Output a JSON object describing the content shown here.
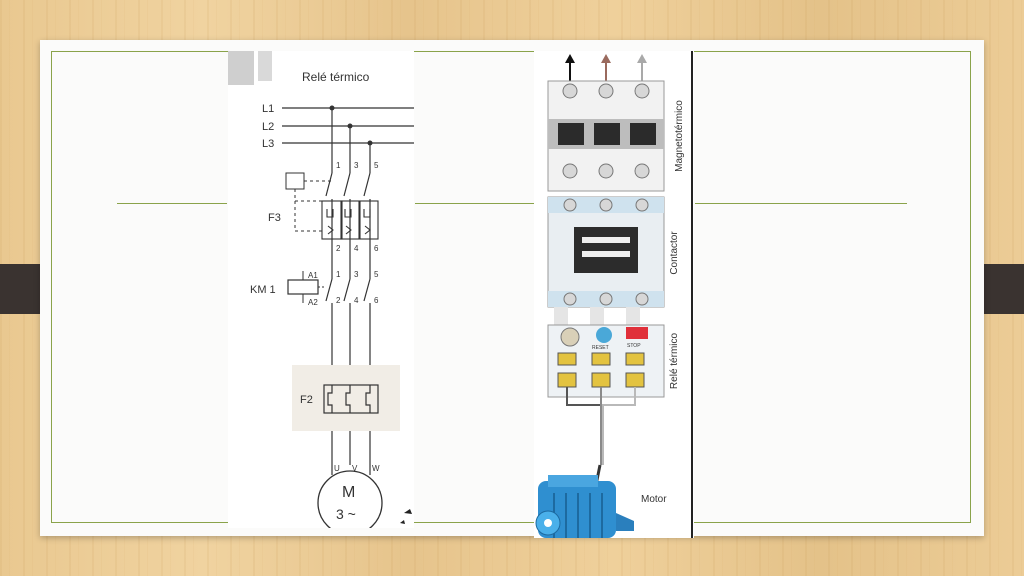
{
  "left_diagram": {
    "title": "Relé térmico",
    "lines": [
      "L1",
      "L2",
      "L3"
    ],
    "f3_label": "F3",
    "km1_label": "KM 1",
    "coil_labels": [
      "A1",
      "A2"
    ],
    "f2_label": "F2",
    "terminals_top": [
      "1",
      "3",
      "5"
    ],
    "terminals_bottom": [
      "2",
      "4",
      "6"
    ],
    "motor_terminals": [
      "U",
      "V",
      "W"
    ],
    "motor_letter": "M",
    "motor_phase": "3 ~"
  },
  "right_diagram": {
    "labels": {
      "magnetotermico": "Magnetotérmico",
      "contactor": "Contactor",
      "rele_termico": "Relé térmico",
      "motor": "Motor"
    },
    "relay_reset": "RESET",
    "relay_stop": "STOP",
    "arrow_colors": [
      "#111111",
      "#9a6a5e",
      "#a9a9a9"
    ]
  }
}
